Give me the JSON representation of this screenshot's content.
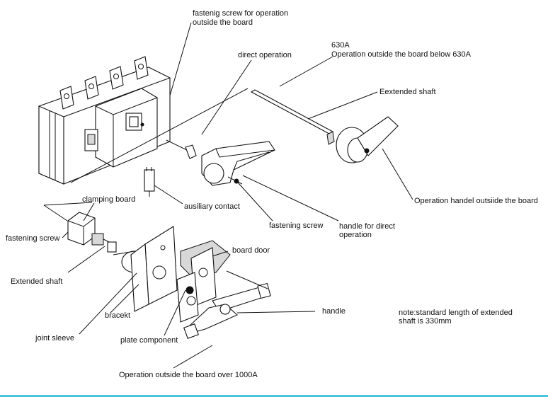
{
  "labels": {
    "fastening_screw_top_1": "fastenig screw for operation",
    "fastening_screw_top_2": "outside the board",
    "direct_operation": "direct operation",
    "rating_630": "630A",
    "operation_below_630": "Operation outside the board below 630A",
    "extended_shaft_top": "Eextended shaft",
    "operation_handle_outside": "Operation handel outsiide the board",
    "clamping_board": "clamping board",
    "auxiliary_contact": "ausiliary contact",
    "fastening_screw_left": "fastening screw",
    "fastening_screw_mid": "fastening screw",
    "handle_direct_1": "handle for direct",
    "handle_direct_2": "operation",
    "extended_shaft_left": "Extended shaft",
    "board_door": "board door",
    "bracket": "bracekt",
    "handle": "handle",
    "note_1": "note:standard length of extended",
    "note_2": "shaft is 330mm",
    "joint_sleeve": "joint sleeve",
    "plate_component": "plate component",
    "operation_over_1000": "Operation outside the board over 1000A"
  },
  "colors": {
    "accent_rule": "#4ec3e0",
    "line": "#111111",
    "background": "#ffffff"
  }
}
